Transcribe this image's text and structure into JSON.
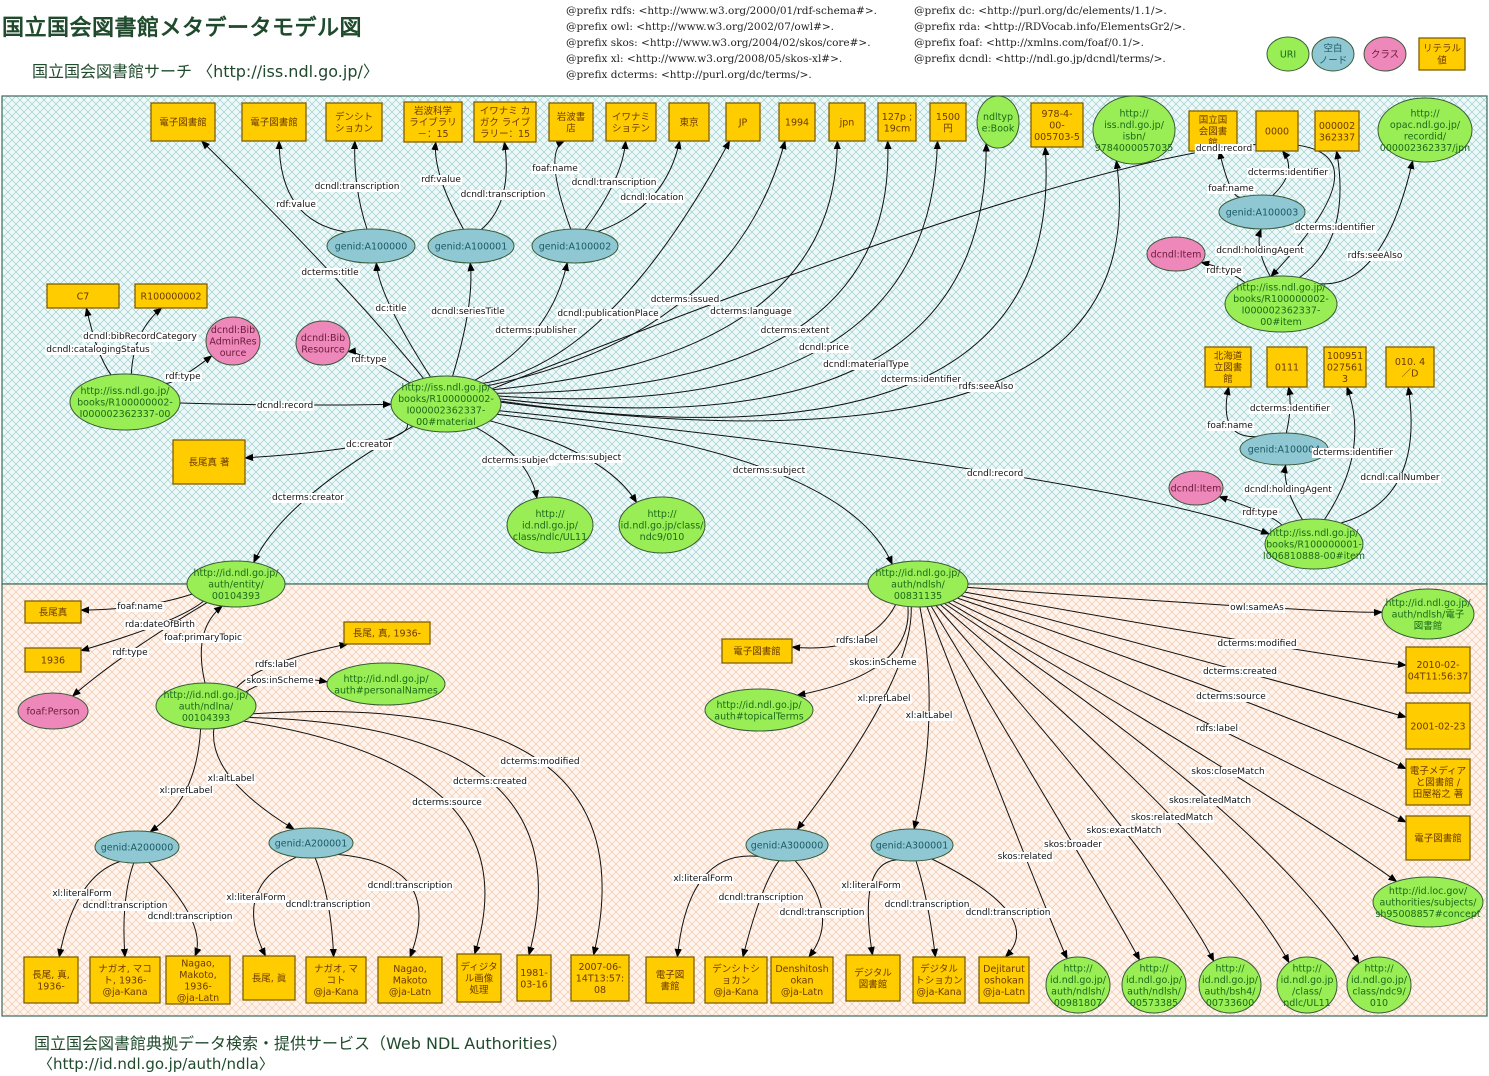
{
  "header": {
    "title": "国立国会図書館メタデータモデル図",
    "subtitle": "国立国会図書館サーチ 〈http://iss.ndl.go.jp/〉"
  },
  "prefixes_left": [
    "@prefix rdfs: <http://www.w3.org/2000/01/rdf-schema#>.",
    "@prefix owl: <http://www.w3.org/2002/07/owl#>.",
    "@prefix skos: <http://www.w3.org/2004/02/skos/core#>.",
    "@prefix xl: <http://www.w3.org/2008/05/skos-xl#>.",
    "@prefix dcterms: <http://purl.org/dc/terms/>."
  ],
  "prefixes_right": [
    "@prefix dc: <http://purl.org/dc/elements/1.1/>.",
    "@prefix rda: <http://RDVocab.info/ElementsGr2/>.",
    "@prefix foaf: <http://xmlns.com/foaf/0.1/>.",
    "@prefix dcndl: <http://ndl.go.jp/dcndl/terms/>."
  ],
  "legend": [
    {
      "type": "uri",
      "label": "URI"
    },
    {
      "type": "blank",
      "label": "空白\nノード"
    },
    {
      "type": "class",
      "label": "クラス"
    },
    {
      "type": "literal",
      "label": "リテラル\n値"
    }
  ],
  "colors": {
    "uri": "#99ee55",
    "blank": "#8fc8d2",
    "class": "#ee88bb",
    "literal": "#ffcc00",
    "literal_border": "#806000",
    "text_uri": "#1a6a1a",
    "text_blank": "#1a5a66",
    "text_class": "#6a1a3a",
    "text_literal": "#6a3a00",
    "region_top": "#eaf7f7",
    "region_top_hatch": "#88c4c4",
    "region_bottom": "#fdf2ea",
    "region_bottom_hatch": "#eebb99",
    "title": "#1f4a2c"
  },
  "footer": {
    "line1": "国立国会図書館典拠データ検索・提供サービス（Web NDL Authorities）",
    "line2": "〈http://id.ndl.go.jp/auth/ndla〉"
  },
  "nodes": [
    {
      "id": "t1",
      "type": "literal",
      "text": "電子図書館"
    },
    {
      "id": "t2",
      "type": "literal",
      "text": "電子図書館"
    },
    {
      "id": "t3",
      "type": "literal",
      "text": "デンシト\nショカン"
    },
    {
      "id": "t4",
      "type": "literal",
      "text": "岩波科学\nライブラリ\n－：15"
    },
    {
      "id": "t5",
      "type": "literal",
      "text": "イワナミ カ\nガク ライブ\nラリー：15"
    },
    {
      "id": "t6",
      "type": "literal",
      "text": "岩波書\n店"
    },
    {
      "id": "t7",
      "type": "literal",
      "text": "イワナミ\nショテン"
    },
    {
      "id": "t8",
      "type": "literal",
      "text": "東京"
    },
    {
      "id": "t9",
      "type": "literal",
      "text": "JP"
    },
    {
      "id": "t10",
      "type": "literal",
      "text": "1994"
    },
    {
      "id": "t11",
      "type": "literal",
      "text": "jpn"
    },
    {
      "id": "t12",
      "type": "literal",
      "text": "127p ;\n19cm"
    },
    {
      "id": "t13",
      "type": "literal",
      "text": "1500\n円"
    },
    {
      "id": "t14",
      "type": "uri",
      "text": "ndltyp\ne:Book"
    },
    {
      "id": "t15",
      "type": "literal",
      "text": "978-4-\n00-\n005703-5"
    },
    {
      "id": "t16",
      "type": "uri",
      "text": "http://\niss.ndl.go.jp/\nisbn/\n9784000057035"
    },
    {
      "id": "t17",
      "type": "literal",
      "text": "国立国\n会図書\n館"
    },
    {
      "id": "t18",
      "type": "literal",
      "text": "0000"
    },
    {
      "id": "t19",
      "type": "literal",
      "text": "000002\n362337"
    },
    {
      "id": "t20",
      "type": "uri",
      "text": "http://\nopac.ndl.go.jp/\nrecordid/\n000002362337/jpn"
    },
    {
      "id": "g0",
      "type": "blank",
      "text": "genid:A100000"
    },
    {
      "id": "g1",
      "type": "blank",
      "text": "genid:A100001"
    },
    {
      "id": "g2",
      "type": "blank",
      "text": "genid:A100002"
    },
    {
      "id": "g3",
      "type": "blank",
      "text": "genid:A100003"
    },
    {
      "id": "item1c",
      "type": "class",
      "text": "dcndl:Item"
    },
    {
      "id": "item1",
      "type": "uri",
      "text": "http://iss.ndl.go.jp/\nbooks/R100000002-\nI000002362337-\n00#item"
    },
    {
      "id": "c7",
      "type": "literal",
      "text": "C7"
    },
    {
      "id": "r2",
      "type": "literal",
      "text": "R100000002"
    },
    {
      "id": "bibadmin",
      "type": "class",
      "text": "dcndl:Bib\nAdminRes\nource"
    },
    {
      "id": "bibres",
      "type": "class",
      "text": "dcndl:Bib\nResource"
    },
    {
      "id": "rec",
      "type": "uri",
      "text": "http://iss.ndl.go.jp/\nbooks/R100000002-\nI000002362337-00"
    },
    {
      "id": "mat",
      "type": "uri",
      "text": "http://iss.ndl.go.jp/\nbooks/R100000002-\nI000002362337-\n00#material"
    },
    {
      "id": "author",
      "type": "literal",
      "text": "長尾真 著"
    },
    {
      "id": "ul11",
      "type": "uri",
      "text": "http://\nid.ndl.go.jp/\nclass/ndlc/UL11"
    },
    {
      "id": "ndc9a",
      "type": "uri",
      "text": "http://\nid.ndl.go.jp/class/\nndc9/010"
    },
    {
      "id": "hok",
      "type": "literal",
      "text": "北海道\n立図書\n館"
    },
    {
      "id": "n0111",
      "type": "literal",
      "text": "0111"
    },
    {
      "id": "n1009",
      "type": "literal",
      "text": "100951\n027561\n3"
    },
    {
      "id": "n010",
      "type": "literal",
      "text": "010. 4\n／D"
    },
    {
      "id": "g4",
      "type": "blank",
      "text": "genid:A100004"
    },
    {
      "id": "item2c",
      "type": "class",
      "text": "dcndl:Item"
    },
    {
      "id": "item2",
      "type": "uri",
      "text": "http://iss.ndl.go.jp/\nbooks/R100000001-\nI006810888-00#item"
    },
    {
      "id": "ent",
      "type": "uri",
      "text": "http://id.ndl.go.jp/\nauth/entity/\n00104393"
    },
    {
      "id": "ndlsh",
      "type": "uri",
      "text": "http://id.ndl.go.jp/\nauth/ndlsh/\n00831135"
    },
    {
      "id": "nagao",
      "type": "literal",
      "text": "長尾真"
    },
    {
      "id": "b1936",
      "type": "literal",
      "text": "1936"
    },
    {
      "id": "person",
      "type": "class",
      "text": "foaf:Person"
    },
    {
      "id": "nagaolbl",
      "type": "literal",
      "text": "長尾, 真, 1936-"
    },
    {
      "id": "pnames",
      "type": "uri",
      "text": "http://id.ndl.go.jp/\nauth#personalNames"
    },
    {
      "id": "ndlna",
      "type": "uri",
      "text": "http://id.ndl.go.jp/\nauth/ndlna/\n00104393"
    },
    {
      "id": "g20",
      "type": "blank",
      "text": "genid:A200000"
    },
    {
      "id": "g21",
      "type": "blank",
      "text": "genid:A200001"
    },
    {
      "id": "b1",
      "type": "literal",
      "text": "長尾, 真,\n1936-"
    },
    {
      "id": "b2",
      "type": "literal",
      "text": "ナガオ, マコ\nト, 1936-\n@ja-Kana"
    },
    {
      "id": "b3",
      "type": "literal",
      "text": "Nagao,\nMakoto,\n1936-\n@ja-Latn"
    },
    {
      "id": "b4",
      "type": "literal",
      "text": "長尾, 眞"
    },
    {
      "id": "b5",
      "type": "literal",
      "text": "ナガオ, マ\nコト\n@ja-Kana"
    },
    {
      "id": "b6",
      "type": "literal",
      "text": "Nagao,\nMakoto\n@ja-Latn"
    },
    {
      "id": "b7",
      "type": "literal",
      "text": "ディジタ\nル画像\n処理"
    },
    {
      "id": "b8",
      "type": "literal",
      "text": "1981-\n03-16"
    },
    {
      "id": "b9",
      "type": "literal",
      "text": "2007-06-\n14T13:57:\n08"
    },
    {
      "id": "dlbl",
      "type": "literal",
      "text": "電子図書館"
    },
    {
      "id": "topical",
      "type": "uri",
      "text": "http://id.ndl.go.jp/\nauth#topicalTerms"
    },
    {
      "id": "g30",
      "type": "blank",
      "text": "genid:A300000"
    },
    {
      "id": "g31",
      "type": "blank",
      "text": "genid:A300001"
    },
    {
      "id": "c1",
      "type": "literal",
      "text": "電子図\n書館"
    },
    {
      "id": "c2",
      "type": "literal",
      "text": "デンシトシ\nョカン\n@ja-Kana"
    },
    {
      "id": "c3",
      "type": "literal",
      "text": "Denshitosh\nokan\n@ja-Latn"
    },
    {
      "id": "c4",
      "type": "literal",
      "text": "デジタル\n図書館"
    },
    {
      "id": "c5",
      "type": "literal",
      "text": "デジタル\nトショカン\n@ja-Kana"
    },
    {
      "id": "c6",
      "type": "literal",
      "text": "Dejitarut\noshokan\n@ja-Latn"
    },
    {
      "id": "u1",
      "type": "uri",
      "text": "http://\nid.ndl.go.jp/\nauth/ndlsh/\n00981807"
    },
    {
      "id": "u2",
      "type": "uri",
      "text": "http://\nid.ndl.go.jp/\nauth/ndlsh/\n00573385"
    },
    {
      "id": "u3",
      "type": "uri",
      "text": "http://\nid.ndl.go.jp/\nauth/bsh4/\n00733600"
    },
    {
      "id": "u4",
      "type": "uri",
      "text": "http://\nid.ndl.go.jp\n/class/\nndlc/UL11"
    },
    {
      "id": "u5",
      "type": "uri",
      "text": "http://\nid.ndl.go.jp/\nclass/ndc9/\n010"
    },
    {
      "id": "sameas",
      "type": "uri",
      "text": "http://id.ndl.go.jp/\nauth/ndlsh/電子\n図書館"
    },
    {
      "id": "mod",
      "type": "literal",
      "text": "2010-02-\n04T11:56:37"
    },
    {
      "id": "cre",
      "type": "literal",
      "text": "2001-02-23"
    },
    {
      "id": "src",
      "type": "literal",
      "text": "電子メディア\nと図書館 /\n田屋裕之 著"
    },
    {
      "id": "lbl2",
      "type": "literal",
      "text": "電子図書館"
    },
    {
      "id": "loc",
      "type": "uri",
      "text": "http://id.loc.gov/\nauthorities/subjects/\nsh95008857#concept"
    }
  ],
  "edges": [
    {
      "from": "mat",
      "to": "t1",
      "label": "dcterms:title"
    },
    {
      "from": "g0",
      "to": "t2",
      "label": "rdf:value"
    },
    {
      "from": "g0",
      "to": "t3",
      "label": "dcndl:transcription"
    },
    {
      "from": "g1",
      "to": "t4",
      "label": "rdf:value"
    },
    {
      "from": "g1",
      "to": "t5",
      "label": "dcndl:transcription"
    },
    {
      "from": "g2",
      "to": "t6",
      "label": "foaf:name"
    },
    {
      "from": "g2",
      "to": "t7",
      "label": "dcndl:transcription"
    },
    {
      "from": "g2",
      "to": "t8",
      "label": "dcndl:location"
    },
    {
      "from": "mat",
      "to": "g0",
      "label": "dc:title"
    },
    {
      "from": "mat",
      "to": "g1",
      "label": "dcndl:seriesTitle"
    },
    {
      "from": "mat",
      "to": "g2",
      "label": "dcterms:publisher"
    },
    {
      "from": "mat",
      "to": "t9",
      "label": "dcndl:publicationPlace"
    },
    {
      "from": "mat",
      "to": "t10",
      "label": "dcterms:issued"
    },
    {
      "from": "mat",
      "to": "t11",
      "label": "dcterms:language"
    },
    {
      "from": "mat",
      "to": "t12",
      "label": "dcterms:extent"
    },
    {
      "from": "mat",
      "to": "t13",
      "label": "dcndl:price"
    },
    {
      "from": "mat",
      "to": "t14",
      "label": "dcndl:materialType"
    },
    {
      "from": "mat",
      "to": "t15",
      "label": "dcterms:identifier"
    },
    {
      "from": "mat",
      "to": "t16",
      "label": "rdfs:seeAlso"
    },
    {
      "from": "mat",
      "to": "item1",
      "label": "dcndl:record"
    },
    {
      "from": "g3",
      "to": "t17",
      "label": "foaf:name"
    },
    {
      "from": "g3",
      "to": "t18",
      "label": "dcterms:identifier"
    },
    {
      "from": "item1",
      "to": "g3",
      "label": "dcndl:holdingAgent"
    },
    {
      "from": "item1",
      "to": "t19",
      "label": "dcterms:identifier"
    },
    {
      "from": "item1",
      "to": "t20",
      "label": "rdfs:seeAlso"
    },
    {
      "from": "item1",
      "to": "item1c",
      "label": "rdf:type"
    },
    {
      "from": "rec",
      "to": "c7",
      "label": "dcndl:catalogingStatus"
    },
    {
      "from": "rec",
      "to": "r2",
      "label": "dcndl:bibRecordCategory"
    },
    {
      "from": "rec",
      "to": "bibadmin",
      "label": "rdf:type"
    },
    {
      "from": "rec",
      "to": "mat",
      "label": "dcndl:record"
    },
    {
      "from": "mat",
      "to": "bibres",
      "label": "rdf:type"
    },
    {
      "from": "mat",
      "to": "author",
      "label": "dc:creator"
    },
    {
      "from": "mat",
      "to": "ent",
      "label": "dcterms:creator"
    },
    {
      "from": "mat",
      "to": "ul11",
      "label": "dcterms:subject"
    },
    {
      "from": "mat",
      "to": "ndc9a",
      "label": "dcterms:subject"
    },
    {
      "from": "mat",
      "to": "ndlsh",
      "label": "dcterms:subject"
    },
    {
      "from": "mat",
      "to": "item2",
      "label": "dcndl:record"
    },
    {
      "from": "g4",
      "to": "hok",
      "label": "foaf:name"
    },
    {
      "from": "g4",
      "to": "n0111",
      "label": "dcterms:identifier"
    },
    {
      "from": "item2",
      "to": "g4",
      "label": "dcndl:holdingAgent"
    },
    {
      "from": "item2",
      "to": "n1009",
      "label": "dcterms:identifier"
    },
    {
      "from": "item2",
      "to": "n010",
      "label": "dcndl:callNumber"
    },
    {
      "from": "item2",
      "to": "item2c",
      "label": "rdf:type"
    },
    {
      "from": "ent",
      "to": "nagao",
      "label": "foaf:name"
    },
    {
      "from": "ent",
      "to": "b1936",
      "label": "rda:dateOfBirth"
    },
    {
      "from": "ent",
      "to": "person",
      "label": "rdf:type"
    },
    {
      "from": "ndlna",
      "to": "ent",
      "label": "foaf:primaryTopic"
    },
    {
      "from": "ndlna",
      "to": "nagaolbl",
      "label": "rdfs:label"
    },
    {
      "from": "ndlna",
      "to": "pnames",
      "label": "skos:inScheme"
    },
    {
      "from": "ndlna",
      "to": "g20",
      "label": "xl:prefLabel"
    },
    {
      "from": "ndlna",
      "to": "g21",
      "label": "xl:altLabel"
    },
    {
      "from": "ndlna",
      "to": "b7",
      "label": "dcterms:source"
    },
    {
      "from": "ndlna",
      "to": "b8",
      "label": "dcterms:created"
    },
    {
      "from": "ndlna",
      "to": "b9",
      "label": "dcterms:modified"
    },
    {
      "from": "g20",
      "to": "b1",
      "label": "xl:literalForm"
    },
    {
      "from": "g20",
      "to": "b2",
      "label": "dcndl:transcription"
    },
    {
      "from": "g20",
      "to": "b3",
      "label": "dcndl:transcription"
    },
    {
      "from": "g21",
      "to": "b4",
      "label": "xl:literalForm"
    },
    {
      "from": "g21",
      "to": "b5",
      "label": "dcndl:transcription"
    },
    {
      "from": "g21",
      "to": "b6",
      "label": "dcndl:transcription"
    },
    {
      "from": "ndlsh",
      "to": "dlbl",
      "label": "rdfs:label"
    },
    {
      "from": "ndlsh",
      "to": "topical",
      "label": "skos:inScheme"
    },
    {
      "from": "ndlsh",
      "to": "g30",
      "label": "xl:prefLabel"
    },
    {
      "from": "ndlsh",
      "to": "g31",
      "label": "xl:altLabel"
    },
    {
      "from": "g30",
      "to": "c1",
      "label": "xl:literalForm"
    },
    {
      "from": "g30",
      "to": "c2",
      "label": "dcndl:transcription"
    },
    {
      "from": "g30",
      "to": "c3",
      "label": "dcndl:transcription"
    },
    {
      "from": "g31",
      "to": "c4",
      "label": "xl:literalForm"
    },
    {
      "from": "g31",
      "to": "c5",
      "label": "dcndl:transcription"
    },
    {
      "from": "g31",
      "to": "c6",
      "label": "dcndl:transcription"
    },
    {
      "from": "ndlsh",
      "to": "u1",
      "label": "skos:related"
    },
    {
      "from": "ndlsh",
      "to": "u2",
      "label": "skos:broader"
    },
    {
      "from": "ndlsh",
      "to": "u3",
      "label": "skos:exactMatch"
    },
    {
      "from": "ndlsh",
      "to": "u4",
      "label": "skos:relatedMatch"
    },
    {
      "from": "ndlsh",
      "to": "u5",
      "label": "skos:relatedMatch"
    },
    {
      "from": "ndlsh",
      "to": "loc",
      "label": "skos:closeMatch"
    },
    {
      "from": "ndlsh",
      "to": "sameas",
      "label": "owl:sameAs"
    },
    {
      "from": "ndlsh",
      "to": "mod",
      "label": "dcterms:modified"
    },
    {
      "from": "ndlsh",
      "to": "cre",
      "label": "dcterms:created"
    },
    {
      "from": "ndlsh",
      "to": "src",
      "label": "dcterms:source"
    },
    {
      "from": "ndlsh",
      "to": "lbl2",
      "label": "rdfs:label"
    }
  ]
}
